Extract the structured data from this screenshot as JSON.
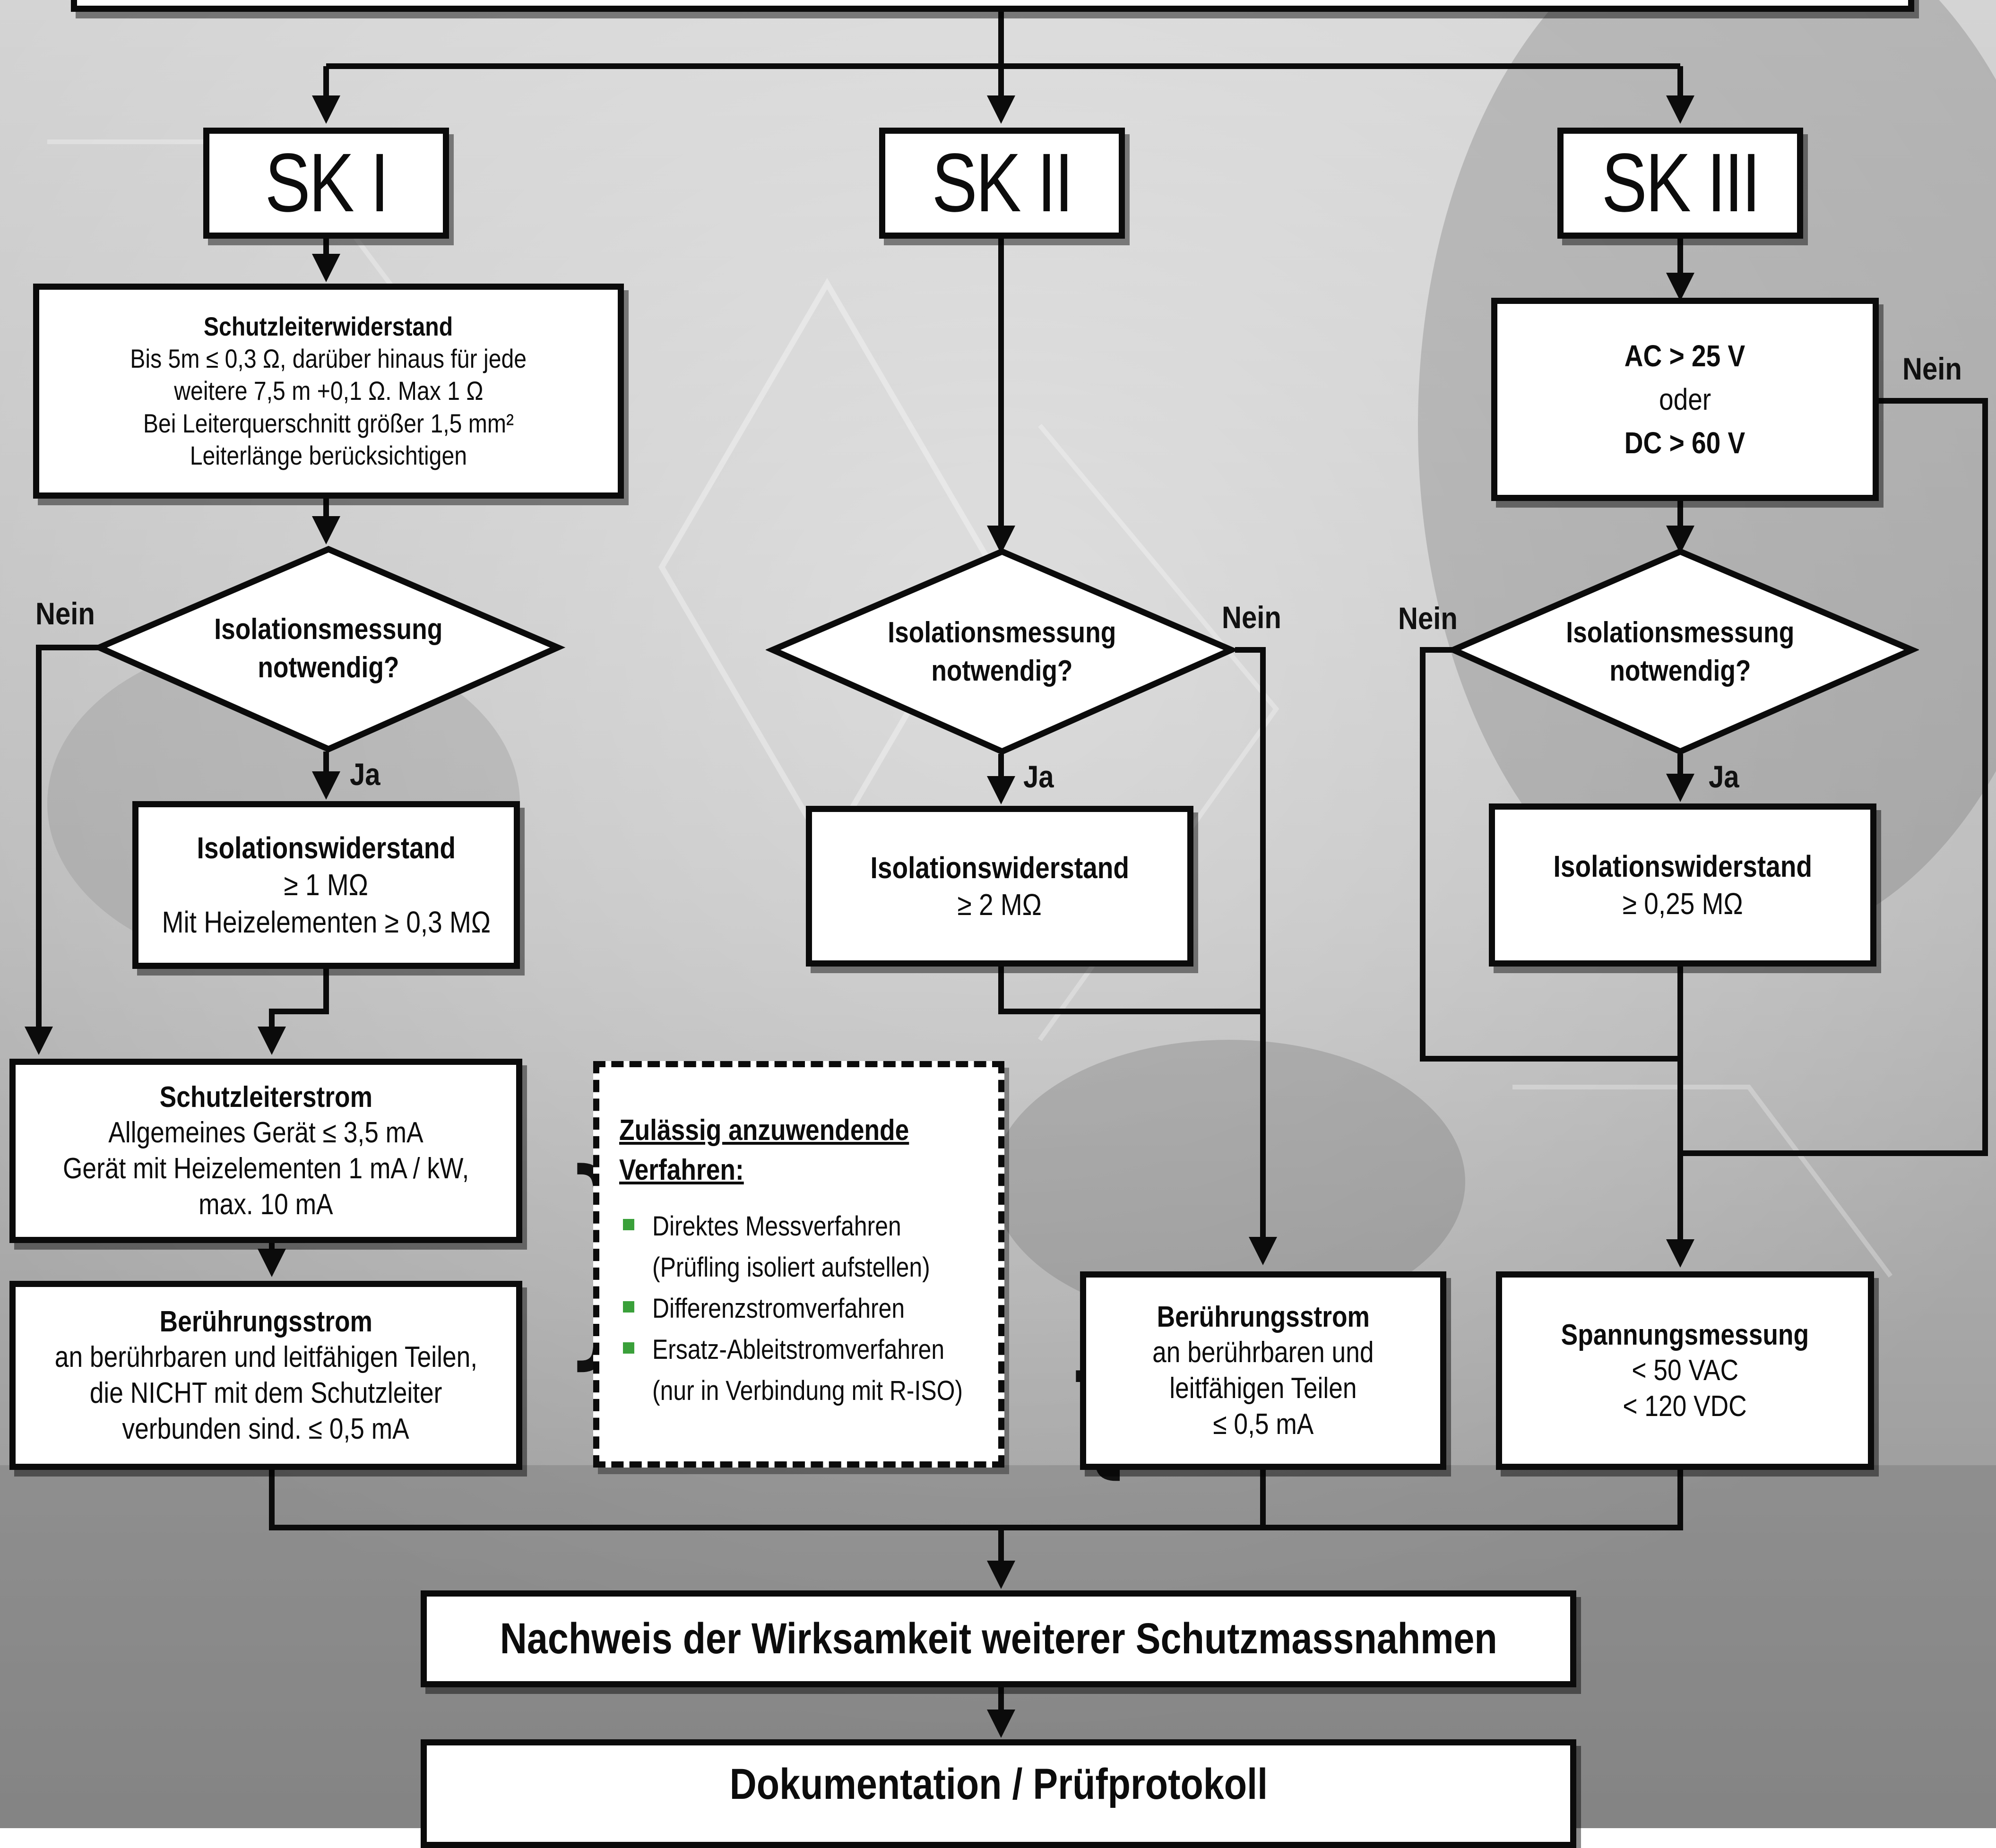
{
  "classes": {
    "sk1": "SK I",
    "sk2": "SK II",
    "sk3": "SK III"
  },
  "sk1": {
    "pe_resistance": {
      "title": "Schutzleiterwiderstand",
      "lines": [
        "Bis 5m ≤ 0,3 Ω, darüber hinaus für jede",
        "weitere 7,5 m +0,1 Ω. Max 1 Ω",
        "Bei Leiterquerschnitt größer 1,5 mm²",
        "Leiterlänge berücksichtigen"
      ]
    },
    "decision": {
      "line1": "Isolationsmessung",
      "line2": "notwendig?"
    },
    "no_label": "Nein",
    "yes_label": "Ja",
    "insulation": {
      "title": "Isolationswiderstand",
      "lines": [
        "≥ 1 MΩ",
        "Mit Heizelementen ≥ 0,3 MΩ"
      ]
    },
    "pe_current": {
      "title": "Schutzleiterstrom",
      "lines": [
        "Allgemeines Gerät ≤ 3,5 mA",
        "Gerät mit Heizelementen 1 mA / kW,",
        "max. 10 mA"
      ]
    },
    "touch_current": {
      "title": "Berührungsstrom",
      "lines": [
        "an berührbaren und leitfähigen Teilen,",
        "die NICHT mit dem Schutzleiter",
        "verbunden sind. ≤ 0,5 mA"
      ]
    }
  },
  "procedures": {
    "heading_line1": "Zulässig anzuwendende",
    "heading_line2": "Verfahren:",
    "items": [
      {
        "text": "Direktes Messverfahren",
        "sub": "(Prüfling isoliert aufstellen)"
      },
      {
        "text": "Differenzstromverfahren",
        "sub": ""
      },
      {
        "text": "Ersatz-Ableitstromverfahren",
        "sub": "(nur in Verbindung mit R-ISO)"
      }
    ],
    "bullet_color": "#3aa03a"
  },
  "sk2": {
    "decision": {
      "line1": "Isolationsmessung",
      "line2": "notwendig?"
    },
    "no_label": "Nein",
    "yes_label": "Ja",
    "insulation": {
      "title": "Isolationswiderstand",
      "lines": [
        "≥ 2 MΩ"
      ]
    },
    "touch_current": {
      "title": "Berührungsstrom",
      "lines": [
        "an berührbaren und",
        "leitfähigen Teilen",
        "≤ 0,5 mA"
      ]
    }
  },
  "sk3": {
    "voltage_check": {
      "line1": "AC > 25 V",
      "line2": "oder",
      "line3": "DC > 60 V"
    },
    "outer_no_label": "Nein",
    "decision": {
      "line1": "Isolationsmessung",
      "line2": "notwendig?"
    },
    "no_label": "Nein",
    "yes_label": "Ja",
    "insulation": {
      "title": "Isolationswiderstand",
      "lines": [
        "≥ 0,25 MΩ"
      ]
    },
    "voltage_measurement": {
      "title": "Spannungsmessung",
      "lines": [
        "< 50 VAC",
        "< 120 VDC"
      ]
    }
  },
  "final": {
    "verification": "Nachweis der Wirksamkeit weiterer Schutzmassnahmen",
    "documentation": "Dokumentation / Prüfprotokoll"
  },
  "colors": {
    "line": "#0b0b0b",
    "box_fill": "#ffffff",
    "background": "#bdbdbd"
  }
}
